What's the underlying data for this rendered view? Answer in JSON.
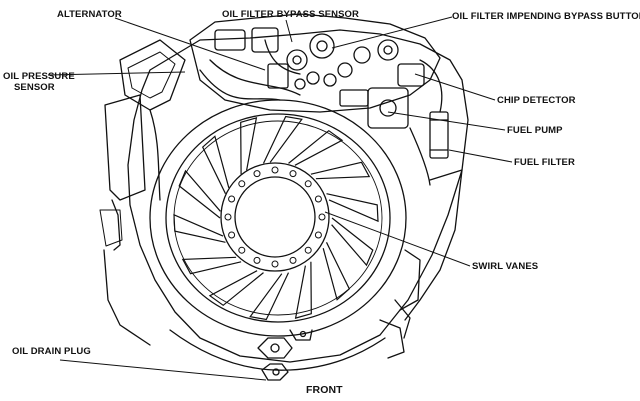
{
  "labels": {
    "alternator": "ALTERNATOR",
    "oil_filter_bypass_sensor": "OIL FILTER BYPASS SENSOR",
    "oil_filter_impending_bypass_button": "OIL FILTER IMPENDING BYPASS BUTTON",
    "oil_pressure_line1": "OIL PRESSURE",
    "oil_pressure_line2": "SENSOR",
    "chip_detector": "CHIP DETECTOR",
    "fuel_pump": "FUEL PUMP",
    "fuel_filter": "FUEL FILTER",
    "swirl_vanes": "SWIRL VANES",
    "oil_drain_plug": "OIL DRAIN PLUG",
    "front": "FRONT"
  },
  "colors": {
    "ink": "#111111",
    "paper": "#ffffff"
  }
}
